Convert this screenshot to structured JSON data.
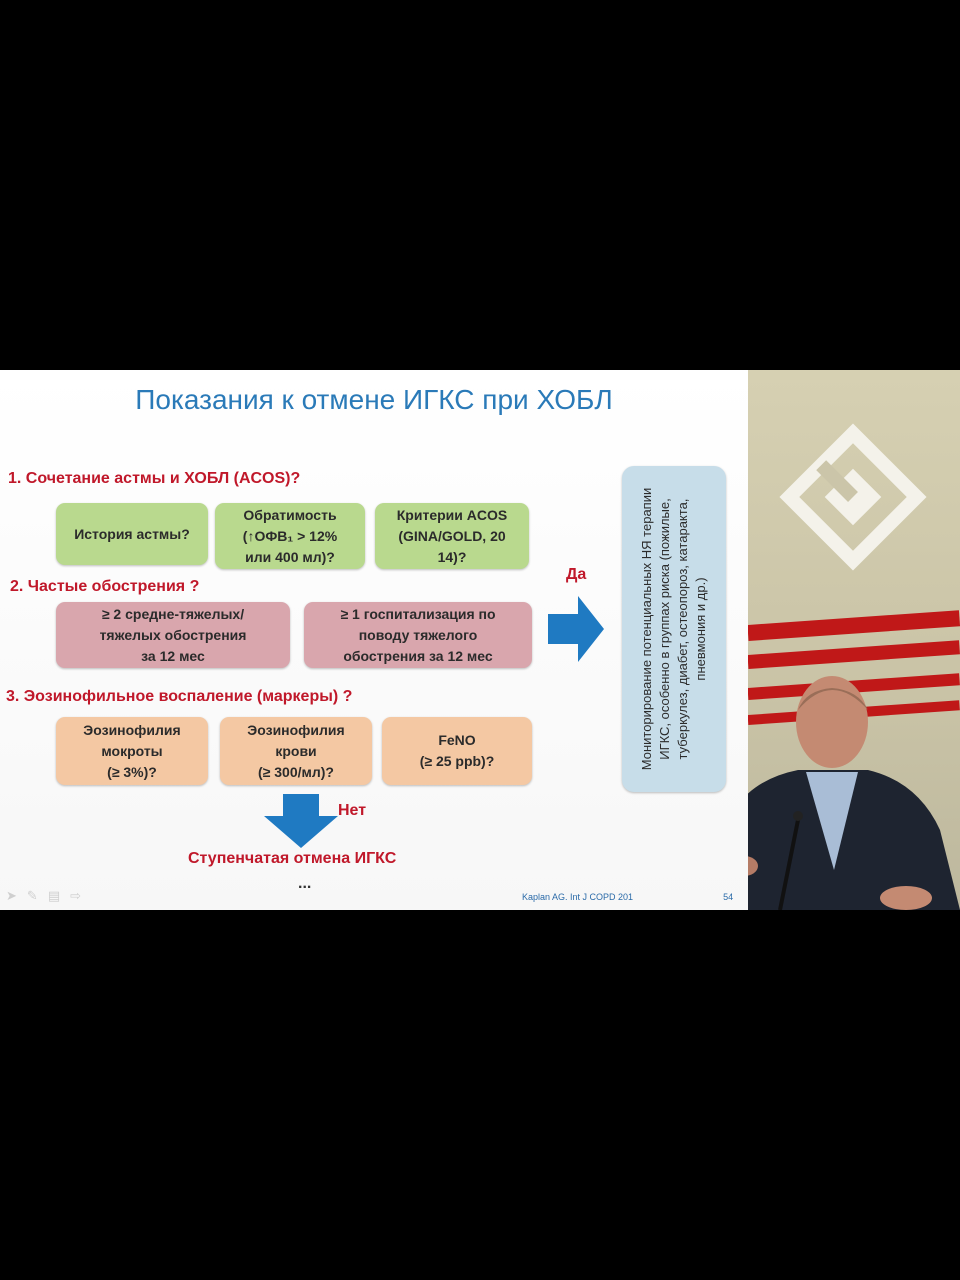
{
  "slide": {
    "title": "Показания к отмене ИГКС при ХОБЛ",
    "sections": [
      {
        "heading": "1. Сочетание астмы и ХОБЛ (ACOS)?",
        "boxes": [
          "История астмы?",
          "Обратимость\n(↑ОФВ₁ > 12%\nили 400 мл)?",
          "Критерии ACOS\n(GINA/GOLD, 20\n14)?"
        ]
      },
      {
        "heading": "2. Частые обострения ?",
        "boxes": [
          "≥ 2 средне-тяжелых/\nтяжелых обострения\nза 12 мес",
          "≥ 1 госпитализация по\nповоду тяжелого\nобострения за 12 мес"
        ]
      },
      {
        "heading": "3. Эозинофильное воспаление (маркеры) ?",
        "boxes": [
          "Эозинофилия\nмокроты\n(≥ 3%)?",
          "Эозинофилия\nкрови\n(≥ 300/мл)?",
          "FeNO\n(≥ 25 ppb)?"
        ]
      }
    ],
    "yes_label": "Да",
    "no_label": "Нет",
    "side_box_text": "Мониторирование потенциальных НЯ терапии ИГКС, особенно в группах риска (пожилые, туберкулез, диабет, остеопороз, катаракта, пневмония и др.)",
    "result": "Ступенчатая отмена ИГКС",
    "dots": "...",
    "citation": "Kaplan AG. Int J COPD 201",
    "citation_tail": "54"
  },
  "colors": {
    "title": "#2a7ab8",
    "heading_red": "#c0182a",
    "green_box": "#b9d98e",
    "pink_box": "#d9a6ad",
    "peach_box": "#f4c8a3",
    "side_box": "#c7dde9",
    "arrow_blue": "#1f7ac2",
    "studio_red": "#c01818"
  },
  "icons": [
    "pointer-icon",
    "pen-icon",
    "slides-icon",
    "forward-icon"
  ]
}
